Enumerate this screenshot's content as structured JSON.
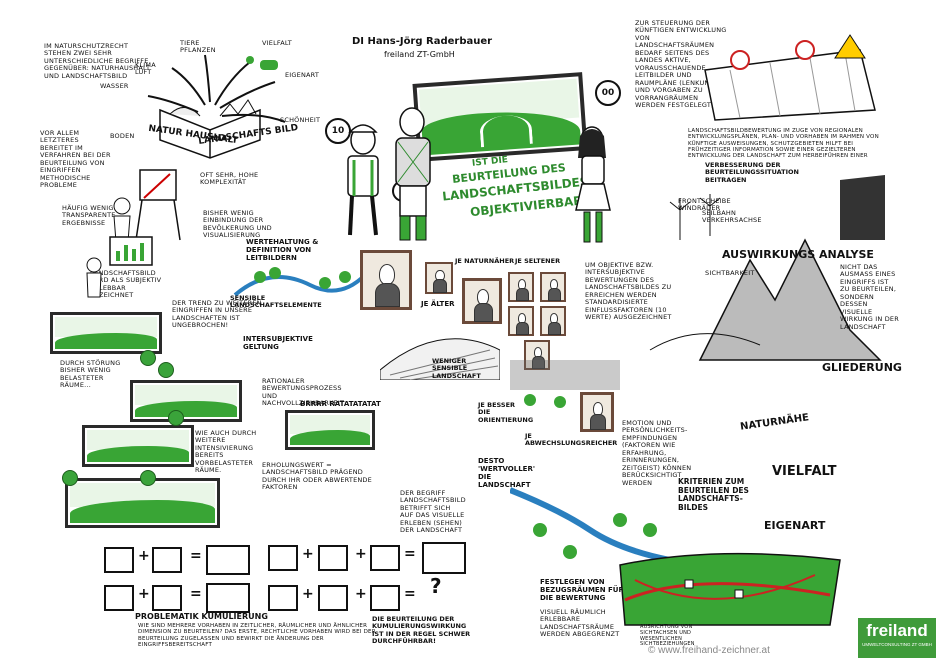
{
  "title": {
    "presenter": "DI Hans-Jörg Raderbauer",
    "company": "freiland ZT-GmbH",
    "headline_1": "Ist die",
    "headline_2": "Beurteilung des",
    "headline_3": "Landschaftsbildes",
    "headline_4": "objektivierbar?"
  },
  "sign_numbers": {
    "left": "10",
    "right": "00",
    "knee": "5"
  },
  "top_left": {
    "intro": "Im naturschutzrecht stehen zwei sehr unterschiedliche begriffe gegenüber: Naturhaushalt und Landschaftsbild",
    "labels": [
      "Tiere",
      "Pflanzen",
      "Vielfalt",
      "Boden",
      "Eigenart",
      "Klima Luft",
      "Wasser",
      "Schönheit"
    ],
    "book_left": "Natur haushalt",
    "book_right": "Landschafts bild"
  },
  "left_col": {
    "problem": "Vor allem Letzteres bereitet im Verfahren bei der Beurteilung von Eingriffen methodische Probleme",
    "often": "Oft sehr, hohe Komplexität",
    "rarely": "Häufig wenig transparente Ergebnisse",
    "hardly": "Bisher wenig Einbindung der Bevölkerung und Visualisierung",
    "perception": "Landschaftsbild wird als subjektiv erlebbar bezeichnet"
  },
  "middle": {
    "trend": "Der Trend zu weiteren Eingriffen in unsere Landschaften ist ungebrochen!",
    "disturb": "Durch Störung bisher wenig belasteter Räume...",
    "also": "Wie auch durch weitere Intensivierung bereits vorbelasteter Räume.",
    "formula_title": "Problematik Kumulierung",
    "formula_note": "Wie sind mehrere Vorhaben in zeitlicher, räumlicher und ähnlicher Dimension zu beurteilen? Das erste, rechtliche Vorhaben wird bei der Beurteilung zugelassen und bewirkt die Änderung der Eingriffsbereitschaft",
    "equals": "=",
    "plus": "+",
    "question": "?"
  },
  "center": {
    "values": "Wertehaltung & Definition von Leitbildern",
    "sensitive": "Sensible Landschaftselemente",
    "intersubjective": "Intersubjektive Geltung",
    "reason": "Rationaler Bewertungsprozess und Nachvollziehbarkeit",
    "older": "Je älter",
    "closer": "Je naturnäher",
    "rarer": "Je seltener",
    "less": "Weniger sensible Landschaft",
    "brrr": "Brrrr Ratatatatat",
    "experience": "Erholungswert = Landschaftsbild prägend durch ihr oder abwertende Faktoren",
    "perceive": "Der Begriff Landschaftsbild betrifft sich auf das visuelle Erleben (Sehen) der Landschaft",
    "grading": "Die Beurteilung der Kumulierungswirkung ist in der Regel schwer durchführbar!"
  },
  "center_right": {
    "objective": "Um objektive bzw. intersubjektive Bewertungen des Landschaftsbildes zu erreichen werden standardisierte Einflussfaktoren (10 Werte) ausgezeichnet",
    "better": "Je besser die Orientierung",
    "abwechslung": "Je abwechslungsreicher",
    "desto": "Desto 'wertvoller' die Landschaft",
    "factors": "Emotion und Persönlichkeits-empfindungen (Faktoren wie Erfahrung, Erinnerungen, Zeitgeist) können berücksichtigt werden",
    "reference": "Festlegen von Bezugsräumen für die Bewertung",
    "visual": "Visuell räumlich erlebbare Landschaftsräume werden abgegrenzt",
    "sightlines": "Ausrichtung von Sichtachsen und wesentlichen Sichtbeziehungen"
  },
  "right_col": {
    "control": "Zur Steuerung der künftigen Entwicklung von Landschaftsräumen bedarf seitens des Landes aktive, vorausschauende Leitbilder und Raumpläne (Lenkung und Vorgaben zu Vorrangräumen werden festgelegt)",
    "assessment": "Landschaftsbildbewertung im Zuge von regionalen Entwicklungsplänen, Plan- und Vorhaben im Rahmen von künftige Ausweisungen, Schutzgebieten hilft bei frühzeitiger Information sowie einer gezielteren Entwicklung der Landschaft zum Herbeiführen einer",
    "improvement": "Verbesserung der Beurteilungssituation beitragen",
    "wind": "Frontscheibe Windräder",
    "noise": "Seilbahn Verkehrsachse",
    "impact": "Auswirkungs analyse",
    "not_only": "Nicht das Ausmaß eines Eingriffs ist zu beurteilen, sondern dessen visuelle Wirkung in der Landschaft",
    "visibility": "Sichtbarkeit",
    "structure": "Gliederung",
    "nature": "Naturnähe",
    "variety": "Vielfalt",
    "criteria": "Kriterien zum Beurteilen des Landschafts-bildes",
    "uniqueness": "Eigenart"
  },
  "footer": {
    "copyright": "© www.freihand-zeichner.at",
    "brand": "freiland",
    "brand_sub": "UMWELTCONSULTING ZT GMBH"
  },
  "colors": {
    "accent": "#3f9b3a",
    "ink": "#111111",
    "light_green": "#e9f6e7"
  }
}
